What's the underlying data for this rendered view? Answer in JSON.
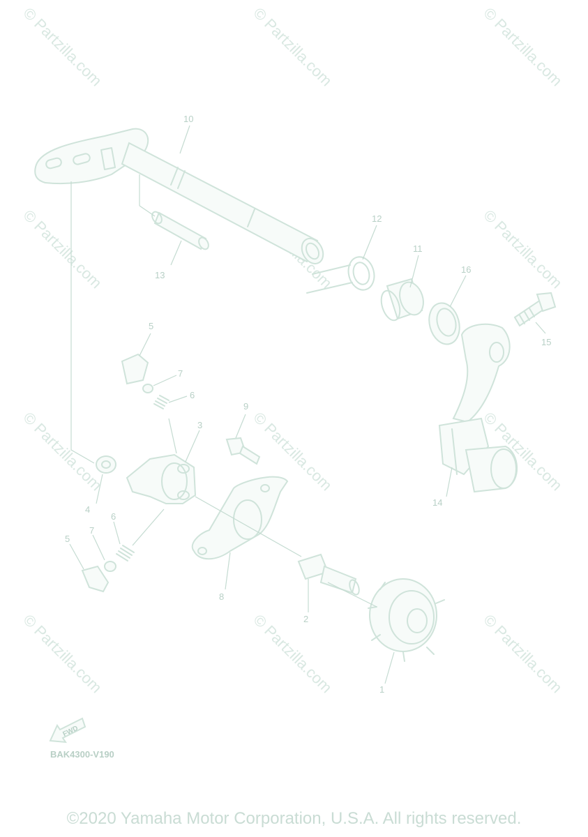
{
  "watermark": "© Partzilla.com",
  "diagram_code": "BAK4300-V190",
  "fwd_label": "FWD",
  "copyright": "©2020 Yamaha Motor Corporation, U.S.A. All rights reserved.",
  "callouts": {
    "c1": "1",
    "c2": "2",
    "c3": "3",
    "c4": "4",
    "c5a": "5",
    "c5b": "5",
    "c6a": "6",
    "c6b": "6",
    "c7a": "7",
    "c7b": "7",
    "c8": "8",
    "c9": "9",
    "c10": "10",
    "c11": "11",
    "c12": "12",
    "c13": "13",
    "c14": "14",
    "c15": "15",
    "c16": "16"
  }
}
